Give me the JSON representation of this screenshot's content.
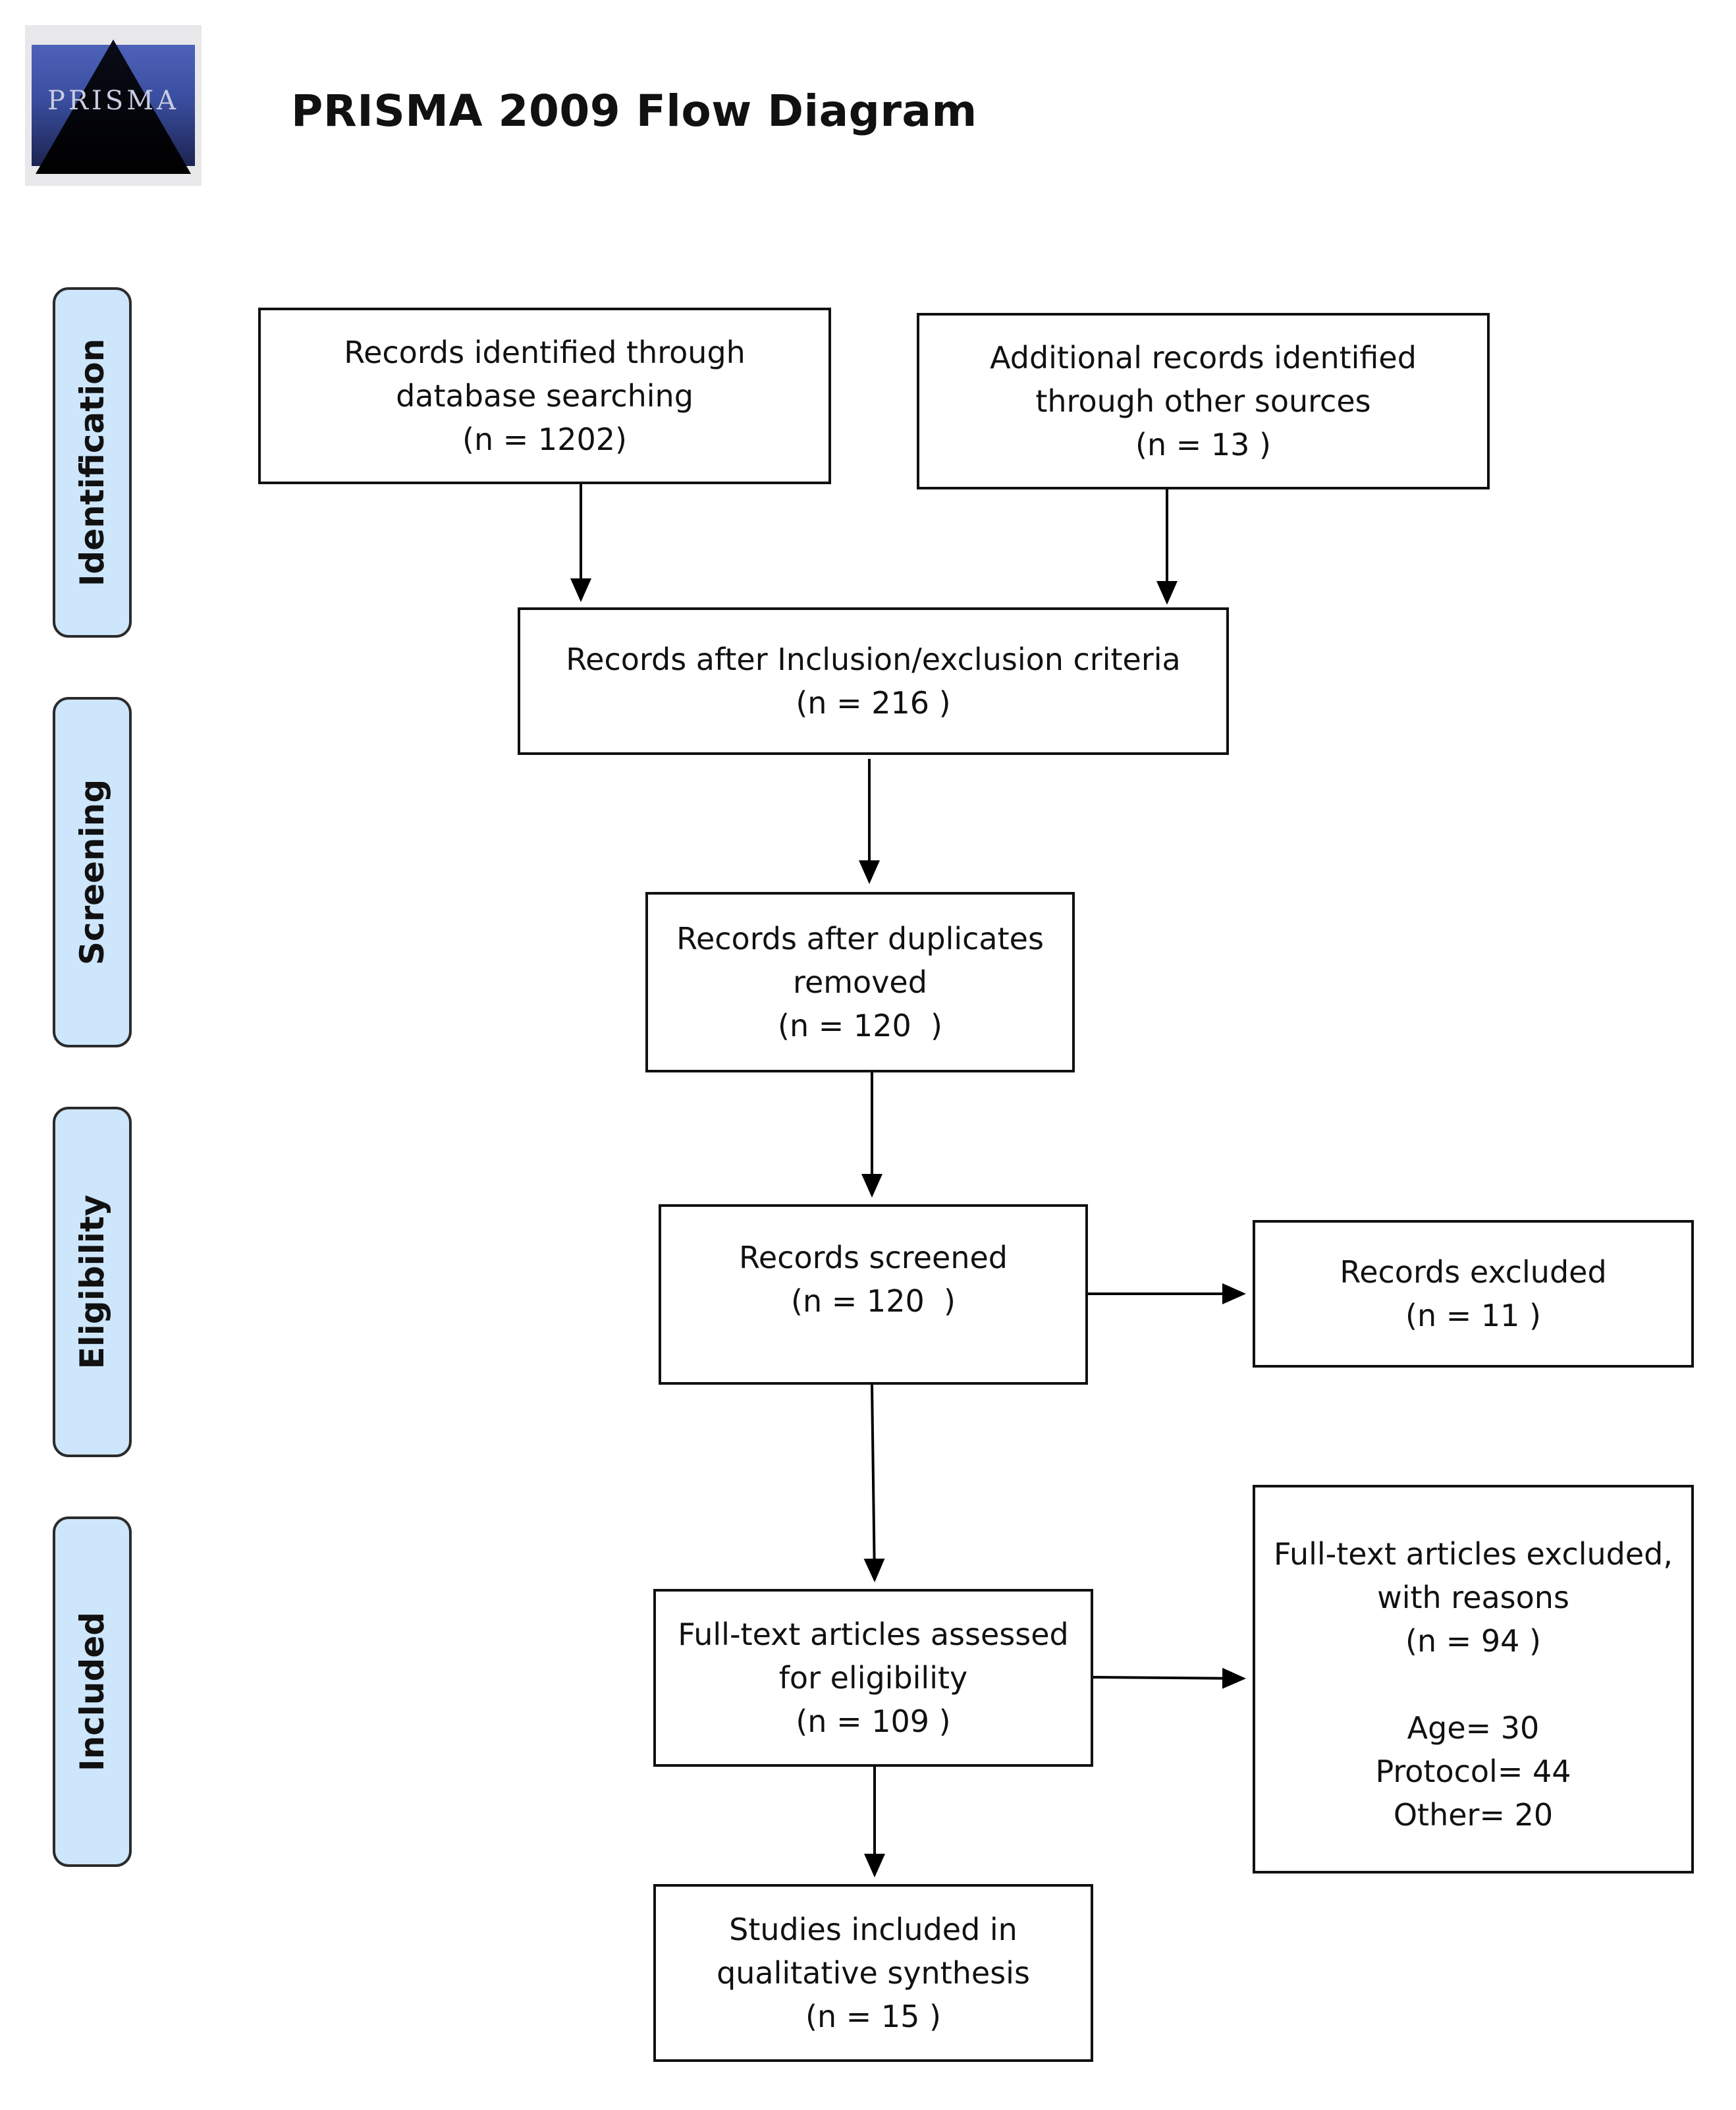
{
  "header": {
    "logo_text": "PRISMA",
    "title": "PRISMA 2009 Flow Diagram"
  },
  "stages": {
    "identification": "Identification",
    "screening": "Screening",
    "eligibility": "Eligibility",
    "included": "Included"
  },
  "boxes": {
    "database": {
      "line1": "Records identified through",
      "line2": "database searching",
      "line3": "(n = 1202)"
    },
    "other": {
      "line1": "Additional records identified",
      "line2": "through other sources",
      "line3": "(n = 13 )"
    },
    "criteria": {
      "line1": "Records after Inclusion/exclusion criteria",
      "line2": "(n = 216 )"
    },
    "duplicates": {
      "line1": "Records after duplicates",
      "line2": "removed",
      "line3": "(n = 120  )"
    },
    "screened": {
      "line1": "Records screened",
      "line2": "(n = 120  )"
    },
    "excluded": {
      "line1": "Records excluded",
      "line2": "(n = 11 )"
    },
    "fulltext": {
      "line1": "Full-text articles assessed",
      "line2": "for eligibility",
      "line3": "(n = 109 )"
    },
    "fulltext_excluded": {
      "line1": "Full-text articles excluded,",
      "line2": "with reasons",
      "line3": "(n = 94 )",
      "reasons": [
        "Age= 30",
        "Protocol= 44",
        "Other= 20"
      ]
    },
    "included": {
      "line1": "Studies included in",
      "line2": "qualitative synthesis",
      "line3": "(n = 15 )"
    }
  }
}
